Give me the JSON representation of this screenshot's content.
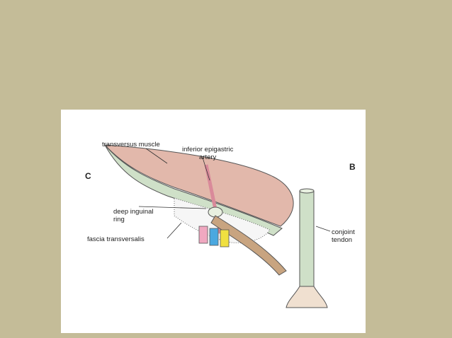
{
  "slide": {
    "background": "#c4bc98"
  },
  "figure": {
    "panel_left": "C",
    "panel_right": "B",
    "labels": {
      "transversus_muscle": "transversus muscle",
      "inferior_epigastric_artery": "inferior epigastric\nartery",
      "deep_inguinal_ring": "deep inguinal\nring",
      "fascia_transversalis": "fascia transversalis",
      "conjoint_tendon": "conjoint\ntendon"
    },
    "colors": {
      "muscle": "#e2b8ab",
      "fascia": "#cfe0c8",
      "outline": "#555555",
      "cord_pink": "#f0a8c0",
      "cord_blue": "#4aa8e0",
      "cord_yellow": "#f0e040"
    }
  }
}
